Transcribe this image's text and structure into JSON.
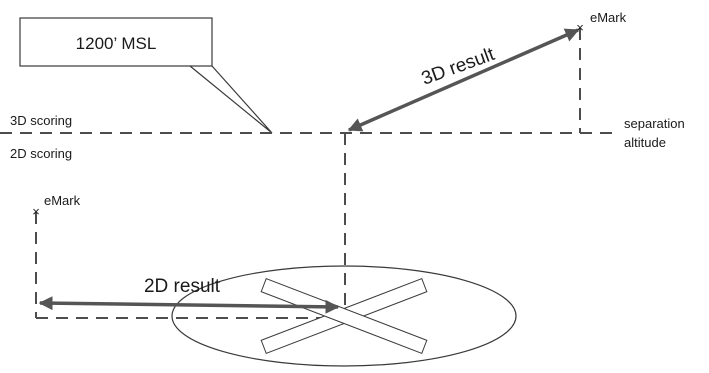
{
  "altitude_callout": "1200’ MSL",
  "labels": {
    "scoring_3d": "3D scoring",
    "scoring_2d": "2D scoring",
    "separation_line1": "separation",
    "separation_line2": "altitude",
    "emark_upper": "eMark",
    "emark_lower": "eMark",
    "result_3d": "3D result",
    "result_2d": "2D result"
  },
  "colors": {
    "arrow": "#555555",
    "dashed": "#4d4d4d",
    "text": "#1a1a1a"
  }
}
